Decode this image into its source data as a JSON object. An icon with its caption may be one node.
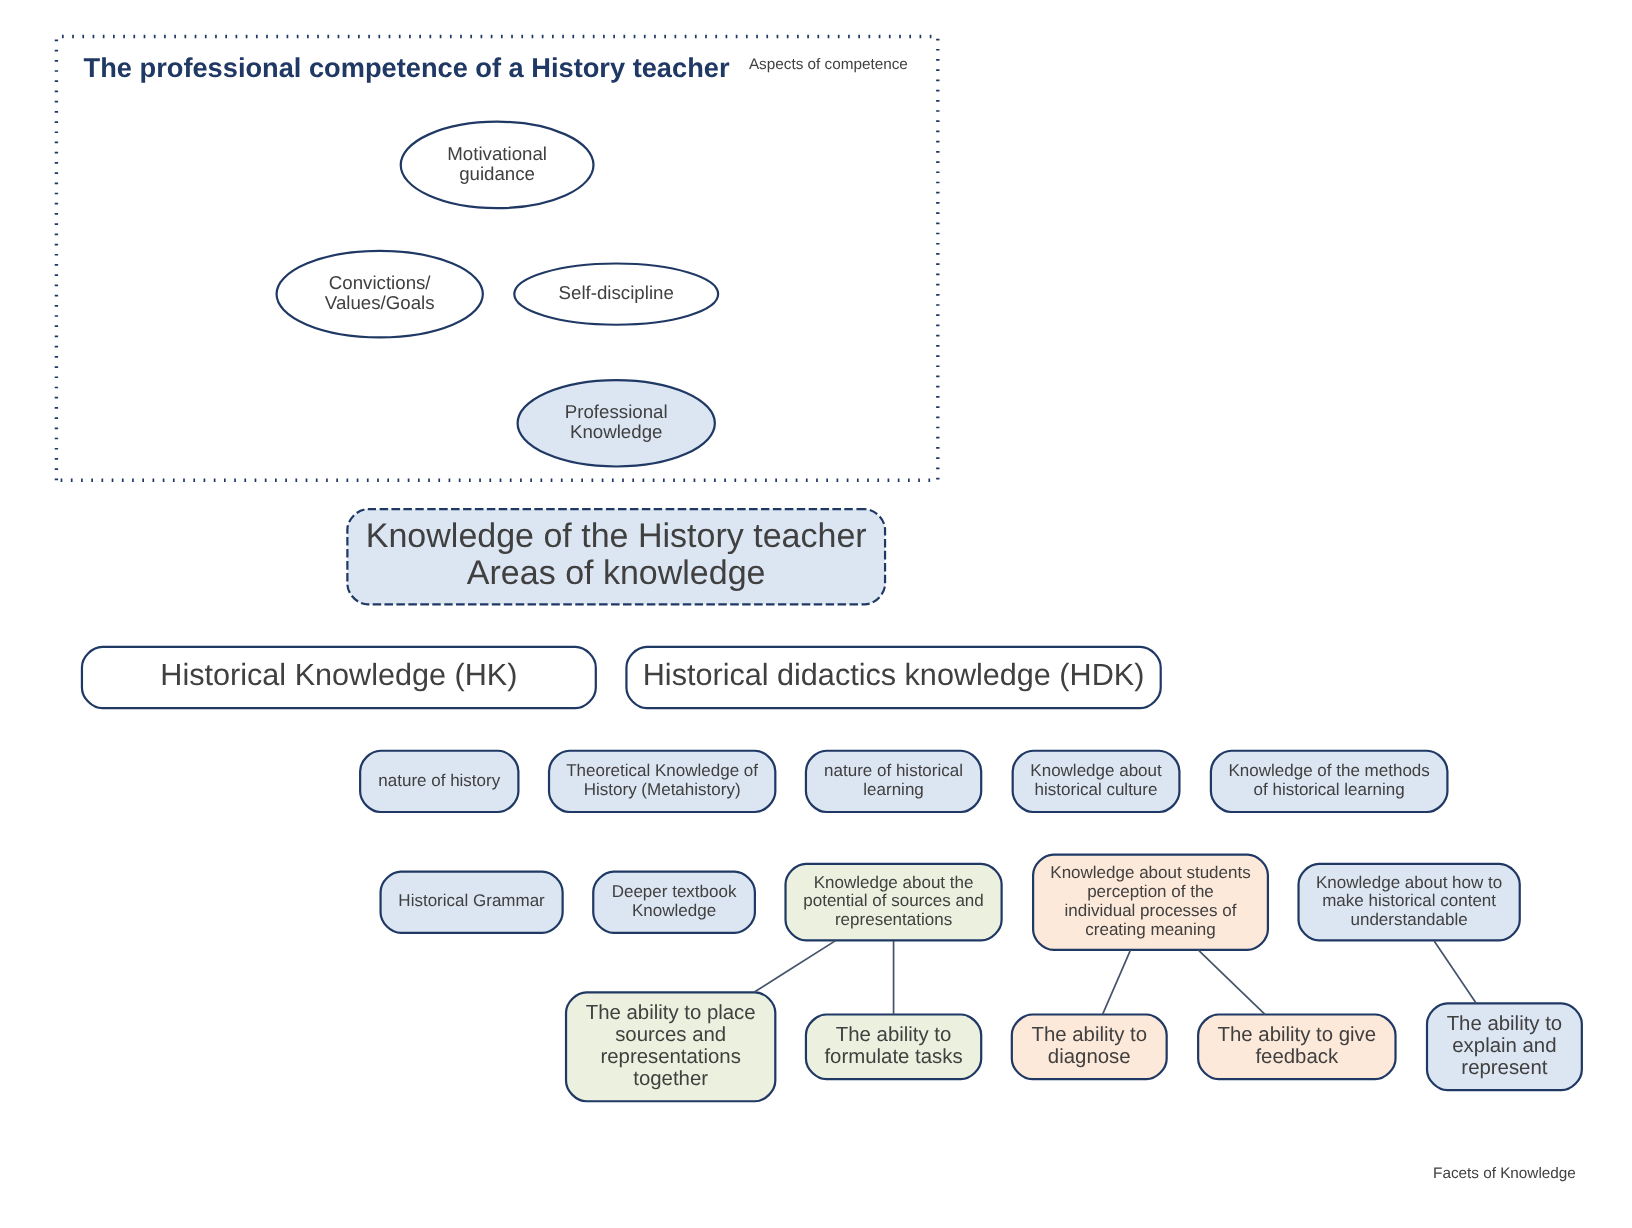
{
  "diagram": {
    "nodes": [
      {
        "text": [
          "The professional competence of a History teacher",
          "Aspects of competence"
        ]
      },
      {
        "text": [
          "Motivational guidance"
        ],
        "in": 0
      },
      {
        "text": [
          "Convictions/ Values/Goals"
        ],
        "in": 0
      },
      {
        "text": [
          "Self-discipline"
        ],
        "in": 0
      },
      {
        "text": [
          "Professional Knowledge"
        ],
        "in": 0
      },
      {
        "text": [
          "Knowledge of the History teacher",
          "Areas of knowledge"
        ]
      },
      {
        "text": [
          "Historical Knowledge (HK)"
        ]
      },
      {
        "text": [
          "Historical didactics knowledge (HDK)"
        ]
      },
      {
        "text": [
          "nature of history"
        ]
      },
      {
        "text": [
          "Theoretical Knowledge of History (Metahistory)"
        ]
      },
      {
        "text": [
          "nature of historical learning"
        ]
      },
      {
        "text": [
          "Knowledge about historical culture"
        ]
      },
      {
        "text": [
          "Knowledge of the methods of historical learning"
        ]
      },
      {
        "text": [
          "Historical Grammar"
        ]
      },
      {
        "text": [
          "Deeper textbook Knowledge"
        ]
      },
      {
        "text": [
          "Knowledge about the potential of sources and representations"
        ]
      },
      {
        "text": [
          "Knowledge about students perception of the individual processes of creating meaning"
        ]
      },
      {
        "text": [
          "Knowledge about how to make historical content understandable"
        ]
      },
      {
        "text": [
          "The ability to place sources and representations together"
        ]
      },
      {
        "text": [
          "The ability to formulate tasks"
        ]
      },
      {
        "text": [
          "The ability to diagnose"
        ]
      },
      {
        "text": [
          "The ability to give feedback"
        ]
      },
      {
        "text": [
          "The ability to explain and represent"
        ]
      }
    ],
    "edges": [
      {
        "from": 15,
        "to": 18,
        "arrow": "none"
      },
      {
        "from": 15,
        "to": 19,
        "arrow": "none"
      },
      {
        "from": 16,
        "to": 20,
        "arrow": "none"
      },
      {
        "from": 16,
        "to": 21,
        "arrow": "none"
      },
      {
        "from": 17,
        "to": 22,
        "arrow": "none"
      }
    ],
    "labels": [
      "Facets of Knowledge"
    ]
  }
}
